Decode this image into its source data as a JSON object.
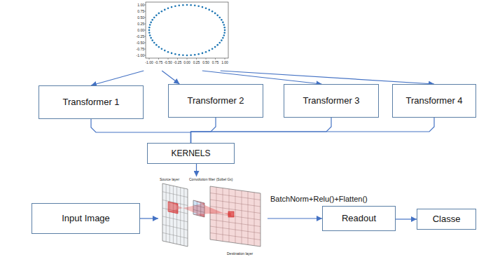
{
  "diagram": {
    "nodes": [
      {
        "text": [
          "1.00",
          "0.75",
          "0.50",
          "0.25",
          "0.00",
          "-0.25",
          "-0.50",
          "-0.75",
          "-1.00",
          "-1.00",
          "-0.75",
          "-0.50",
          "-0.25",
          "0.00",
          "0.25",
          "0.50",
          "0.75",
          "1.00"
        ]
      },
      {
        "text": [
          "Transformer 1"
        ]
      },
      {
        "text": [
          "Transformer 2"
        ]
      },
      {
        "text": [
          "Transformer 3"
        ]
      },
      {
        "text": [
          "Transformer 4"
        ]
      },
      {
        "text": [
          "KERNELS"
        ]
      },
      {
        "text": [
          "Input Image"
        ]
      },
      {
        "text": [
          "Source layer",
          "Convolution filter (Sobel Gx)",
          "Destination layer"
        ]
      },
      {
        "text": [
          "Readout"
        ]
      },
      {
        "text": [
          "Classe"
        ]
      }
    ],
    "edges": [
      {
        "from": 0,
        "to": 1,
        "arrow": "to"
      },
      {
        "from": 0,
        "to": 2,
        "arrow": "to"
      },
      {
        "from": 0,
        "to": 3,
        "arrow": "to"
      },
      {
        "from": 0,
        "to": 4,
        "arrow": "to"
      },
      {
        "from": 1,
        "to": 5,
        "arrow": "none"
      },
      {
        "from": 2,
        "to": 5,
        "arrow": "none"
      },
      {
        "from": 3,
        "to": 5,
        "arrow": "none"
      },
      {
        "from": 4,
        "to": 5,
        "arrow": "none"
      },
      {
        "from": 5,
        "to": 7,
        "arrow": "to"
      },
      {
        "from": 6,
        "to": 7,
        "arrow": "to"
      },
      {
        "from": 7,
        "to": 8,
        "label": "BatchNorm+Relu()+Flatten()",
        "arrow": "to"
      },
      {
        "from": 8,
        "to": 9,
        "arrow": "to"
      }
    ]
  }
}
